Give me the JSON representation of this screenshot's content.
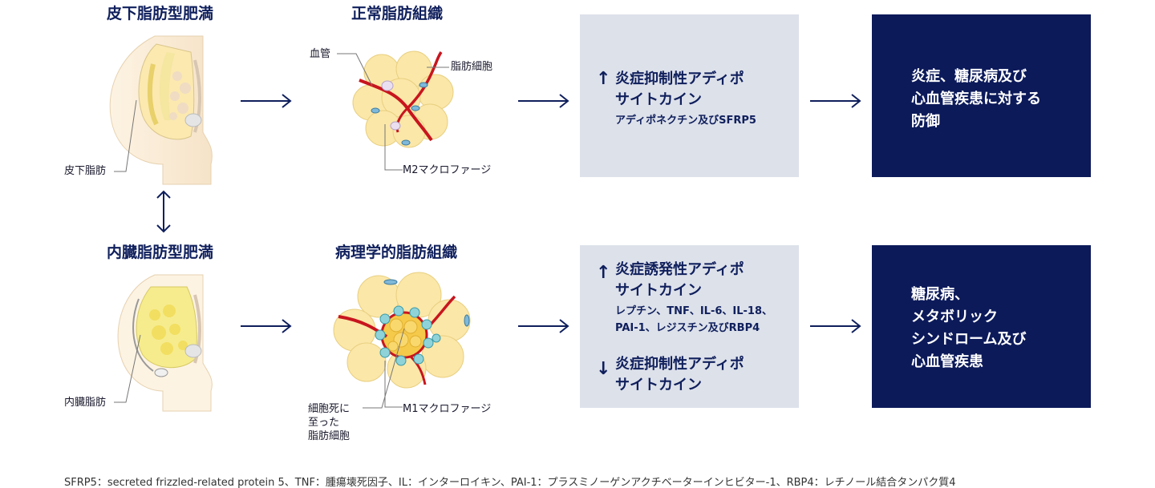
{
  "titles": {
    "subcutaneous_obesity": "皮下脂肪型肥満",
    "normal_tissue": "正常脂肪組織",
    "visceral_obesity": "内臓脂肪型肥満",
    "pathological_tissue": "病理学的脂肪組織"
  },
  "labels": {
    "subcutaneous_fat": "皮下脂肪",
    "visceral_fat": "内臓脂肪",
    "blood_vessel": "血管",
    "adipocyte": "脂肪細胞",
    "m2_macrophage": "M2マクロファージ",
    "m1_macrophage": "M1マクロファージ",
    "dead_adipocyte_line1": "細胞死に",
    "dead_adipocyte_line2": "至った",
    "dead_adipocyte_line3": "脂肪細胞"
  },
  "top_box": {
    "arrow": "↑",
    "head_line1": "炎症抑制性アディポ",
    "head_line2": "サイトカイン",
    "sub": "アディポネクチン及びSFRP5"
  },
  "bottom_box": {
    "arrow_up": "↑",
    "head_line1": "炎症誘発性アディポ",
    "head_line2": "サイトカイン",
    "sub_line1": "レプチン、TNF、IL-6、IL-18、",
    "sub_line2": "PAI-1、レジスチン及びRBP4",
    "arrow_down": "↓",
    "head2_line1": "炎症抑制性アディポ",
    "head2_line2": "サイトカイン"
  },
  "top_result": {
    "line1": "炎症、糖尿病及び",
    "line2": "心血管疾患に対する",
    "line3": "防御"
  },
  "bottom_result": {
    "line1": "糖尿病、",
    "line2": "メタボリック",
    "line3": "シンドローム及び",
    "line4": "心血管疾患"
  },
  "footnote": "SFRP5：secreted frizzled-related protein 5、TNF：腫瘍壊死因子、IL：インターロイキン、PAI-1：プラスミノーゲンアクチベーターインヒビター-1、RBP4：レチノール結合タンパク質4",
  "colors": {
    "navy": "#0c1a5a",
    "gray_box": "#dde1ea",
    "fat_yellow": "#fbe7a8",
    "vessel_red": "#c8151e",
    "macrophage_teal": "#8fd3d9"
  }
}
